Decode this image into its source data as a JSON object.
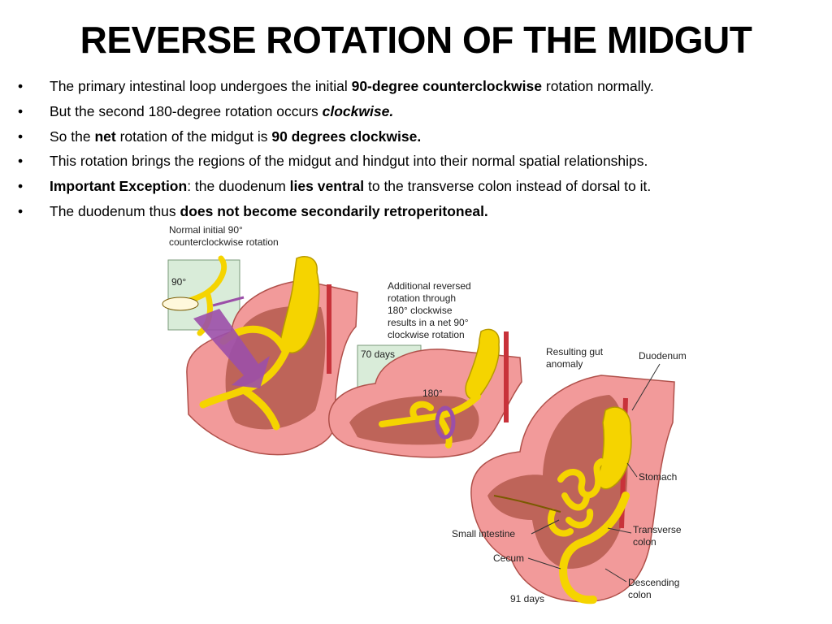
{
  "slide": {
    "title": "REVERSE ROTATION OF THE MIDGUT",
    "bullet_marker": "•",
    "bullets": [
      {
        "a": "The primary intestinal loop undergoes the initial ",
        "b": "90-degree counterclockwise",
        "c": " rotation normally."
      },
      {
        "a": "But the second 180-degree rotation occurs ",
        "bi": "clockwise."
      },
      {
        "a": "So the ",
        "b": "net",
        "c": " rotation of the midgut is ",
        "d": "90 degrees clockwise."
      },
      {
        "a": "This rotation brings the regions of the midgut and hindgut into their normal spatial relationships."
      },
      {
        "b": "Important Exception",
        "a": ": the duodenum ",
        "d": "lies ventral",
        "c": " to the transverse colon instead of dorsal to it."
      },
      {
        "a": "The duodenum thus ",
        "b": "does not become secondarily retroperitoneal."
      }
    ]
  },
  "figure": {
    "labels": {
      "normal_line1": "Normal initial 90°",
      "normal_line2": "counterclockwise rotation",
      "deg90": "90°",
      "additional_line1": "Additional reversed",
      "additional_line2": "rotation through",
      "additional_line3": "180° clockwise",
      "additional_line4": "results in a net 90°",
      "additional_line5": "clockwise rotation",
      "days70": "70 days",
      "deg180": "180°",
      "resulting_line1": "Resulting gut",
      "resulting_line2": "anomaly",
      "duodenum": "Duodenum",
      "stomach": "Stomach",
      "small_intestine": "Small intestine",
      "transverse_line1": "Transverse",
      "transverse_line2": "colon",
      "cecum": "Cecum",
      "descending_line1": "Descending",
      "descending_line2": "colon",
      "days91": "91 days"
    },
    "colors": {
      "body_wall": "#f29a9a",
      "cavity": "#b55a4e",
      "gut": "#f5d400",
      "vessel": "#c8323a",
      "panel": "#d9ecd9",
      "arrow": "#9b4fa8"
    }
  }
}
